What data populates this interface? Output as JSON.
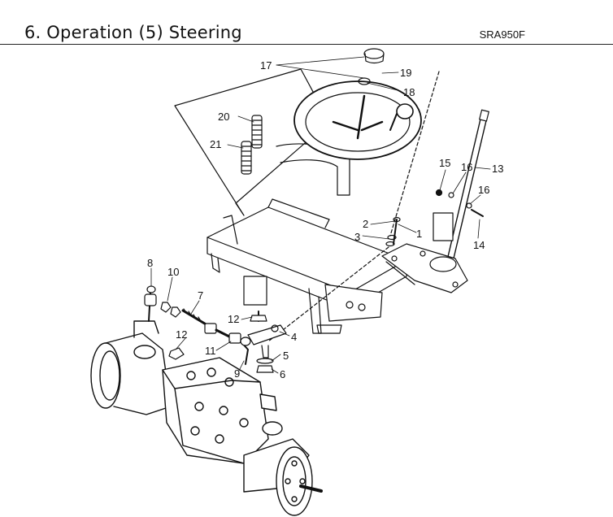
{
  "header": {
    "title": "6. Operation (5) Steering",
    "model": "SRA950F"
  },
  "callouts": [
    "17",
    "19",
    "18",
    "20",
    "21",
    "15",
    "16",
    "13",
    "16",
    "2",
    "1",
    "3",
    "14",
    "8",
    "10",
    "7",
    "12",
    "4",
    "12",
    "11",
    "5",
    "9",
    "6"
  ],
  "colors": {
    "ink": "#111111",
    "rule": "#222222",
    "background": "#ffffff"
  }
}
